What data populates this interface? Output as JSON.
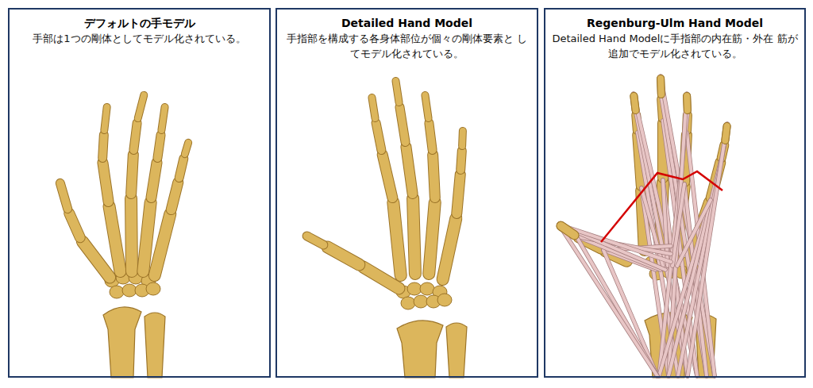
{
  "diagram": {
    "nodes": [
      {
        "text": [
          "デフォルトの手モデル",
          "手部は1つの剛体としてモデル化されている。"
        ]
      },
      {
        "text": [
          "Detailed Hand Model",
          "手指部を構成する各身体部位が個々の剛体要素と してモデル化されている。"
        ]
      },
      {
        "text": [
          "Regenburg-Ulm Hand Model",
          "Detailed Hand Modelに手指部の内在筋・外在 筋が追加でモデル化されている。"
        ]
      }
    ]
  }
}
